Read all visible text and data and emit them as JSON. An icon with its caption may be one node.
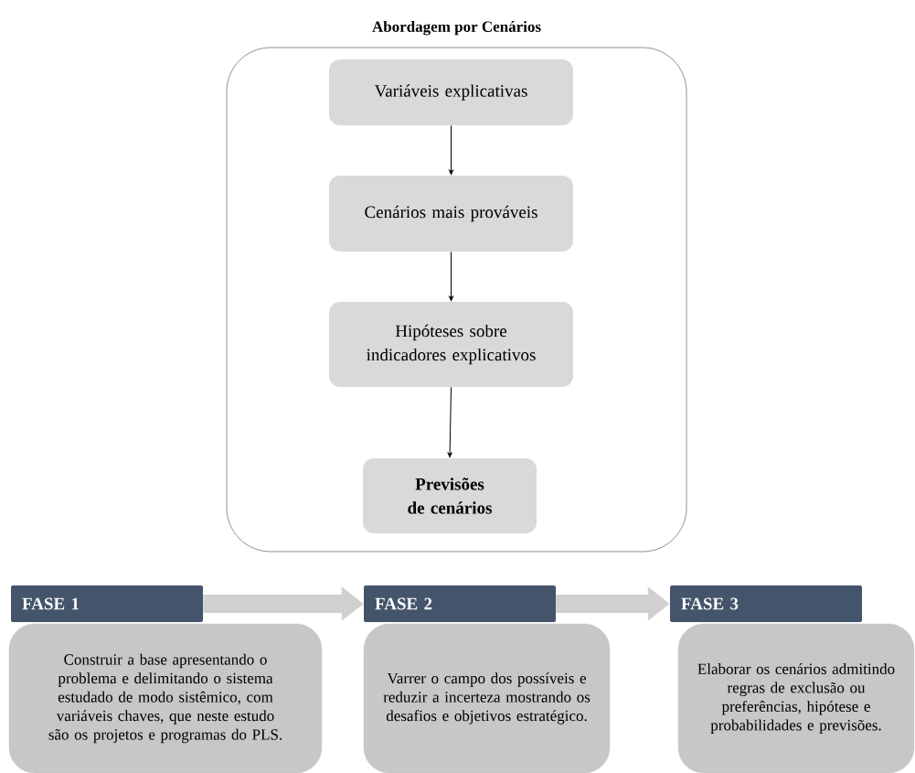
{
  "diagram": {
    "nodes": [
      {
        "text": [
          "Abordagem por Cenários"
        ]
      },
      {
        "text": [
          "Variáveis explicativas"
        ],
        "in": 0
      },
      {
        "text": [
          "Cenários mais prováveis"
        ],
        "in": 0
      },
      {
        "text": [
          "Hipóteses sobre indicadores explicativos"
        ],
        "in": 0
      },
      {
        "text": [
          "Previsões de cenários"
        ],
        "in": 0
      },
      {
        "text": [
          "FASE 1"
        ]
      },
      {
        "text": [
          "Construir a base apresentando o problema e delimitando o sistema estudado de modo sistêmico, com variáveis chaves, que neste estudo são os projetos e programas do PLS."
        ]
      },
      {
        "text": [
          "FASE 2"
        ]
      },
      {
        "text": [
          "Varrer o campo dos possíveis e reduzir a incerteza mostrando os desafios e objetivos estratégico."
        ]
      },
      {
        "text": [
          "FASE 3"
        ]
      },
      {
        "text": [
          "Elaborar os cenários admitindo regras de exclusão ou preferências, hipótese e probabilidades e previsões."
        ]
      }
    ],
    "edges": [
      {
        "from": 1,
        "to": 2,
        "arrow": "to"
      },
      {
        "from": 2,
        "to": 3,
        "arrow": "to"
      },
      {
        "from": 3,
        "to": 4,
        "arrow": "to"
      },
      {
        "from": 5,
        "to": 7,
        "arrow": "to",
        "style": "thick",
        "color": "#d0d0d0"
      },
      {
        "from": 7,
        "to": 9,
        "arrow": "to",
        "style": "thick",
        "color": "#d0d0d0"
      }
    ]
  }
}
